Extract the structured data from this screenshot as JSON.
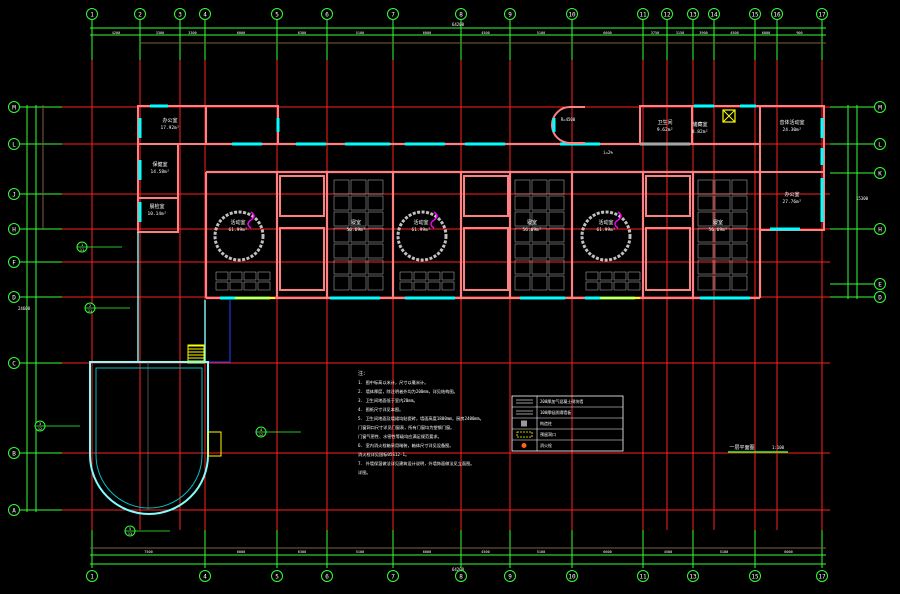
{
  "drawing": {
    "title": "Floor Plan",
    "scale_label": "1:100",
    "colors": {
      "background": "#000000",
      "axis_line": "#ff2020",
      "grid_bubble": "#33ff33",
      "wall": "#ff8080",
      "window": "#00ffff",
      "text": "#ffffff",
      "furniture": "#c0c0c0",
      "accent_magenta": "#ff00ff",
      "yellow": "#ffff00",
      "blue": "#2040ff"
    }
  },
  "axes": {
    "top": [
      "1",
      "2",
      "3",
      "4",
      "5",
      "6",
      "7",
      "8",
      "9",
      "10",
      "11",
      "12",
      "13",
      "14",
      "15",
      "16",
      "17"
    ],
    "bottom": [
      "1",
      "4",
      "5",
      "6",
      "7",
      "8",
      "9",
      "10",
      "11",
      "13",
      "15",
      "17"
    ],
    "left": [
      "M",
      "L",
      "J",
      "H",
      "F",
      "D",
      "C",
      "B",
      "A"
    ],
    "right": [
      "M",
      "L",
      "K",
      "H",
      "E",
      "D"
    ]
  },
  "dimensions": {
    "top_total": "64200",
    "bottom_total": "64200",
    "top_row": [
      "4200",
      "3300",
      "3300",
      "6000",
      "6300",
      "5100",
      "6000",
      "4500",
      "5100",
      "6600",
      "3750",
      "3150",
      "3900",
      "4500",
      "6000",
      "900"
    ],
    "bottom_row": [
      "7500",
      "6000",
      "6300",
      "5100",
      "6000",
      "4500",
      "5100",
      "6600",
      "4500",
      "5100",
      "6000"
    ],
    "left_total": "24600",
    "right_total": "15300"
  },
  "rooms": [
    {
      "name": "办公室",
      "area": "17.92m²"
    },
    {
      "name": "保健室",
      "area": "14.58m²"
    },
    {
      "name": "晨检室",
      "area": "10.14m²"
    },
    {
      "name": "活动室",
      "area": "61.99m²"
    },
    {
      "name": "寝室",
      "area": "56.69m²"
    },
    {
      "name": "活动室",
      "area": "61.99m²"
    },
    {
      "name": "寝室",
      "area": "56.69m²"
    },
    {
      "name": "活动室",
      "area": "61.99m²"
    },
    {
      "name": "寝室",
      "area": "56.69m²"
    },
    {
      "name": "卫生间",
      "area": "9.62m²"
    },
    {
      "name": "储藏室",
      "area": "8.82m²"
    },
    {
      "name": "音体活动室",
      "area": "24.30m²"
    },
    {
      "name": "办公室",
      "area": "27.76m²"
    }
  ],
  "notes": {
    "heading": "注：",
    "lines": [
      "1. 图中标高以米计，尺寸以毫米计。",
      "2. 墙体厚度，除注明者外均为200mm，详见结构图。",
      "3. 卫生间地面低于室内20mm。",
      "4. 图纸尺寸详见本图。",
      "5. 卫生间地面及墙裙均贴瓷砖，墙面高度1800mm，厨房2400mm。",
      "   门窗洞口尺寸详见门窗表，所有门窗均为塑钢门窗。",
      "   门窗气密性、水密性等级均应满足规范要求。",
      "6. 室内消火栓箱采用暗装，箱体尺寸详见设备图。",
      "   消火栓详见国标05S12-1。",
      "7. 外墙保温做法详见建筑设计说明，外墙饰面做法见立面图。",
      "   详图。"
    ]
  },
  "legend": [
    {
      "symbol": "double-line",
      "label": "200厚加气混凝土砌块墙"
    },
    {
      "symbol": "double-line",
      "label": "100厚轻质隔墙板"
    },
    {
      "symbol": "gray-square",
      "label": "构造柱"
    },
    {
      "symbol": "yellow-dashed",
      "label": "预留洞口"
    },
    {
      "symbol": "red-dot",
      "label": "消火栓"
    }
  ],
  "plan_title": {
    "label": "一层平面图",
    "scale": "1:100"
  },
  "callouts": [
    {
      "ref": "1",
      "sheet": "11"
    },
    {
      "ref": "2",
      "sheet": "11"
    },
    {
      "ref": "3",
      "sheet": "12"
    },
    {
      "ref": "4",
      "sheet": "12"
    },
    {
      "ref": "5",
      "sheet": "13"
    }
  ],
  "elevations": {
    "stair_label": "R=4500",
    "ramp_label": "i=2%"
  }
}
